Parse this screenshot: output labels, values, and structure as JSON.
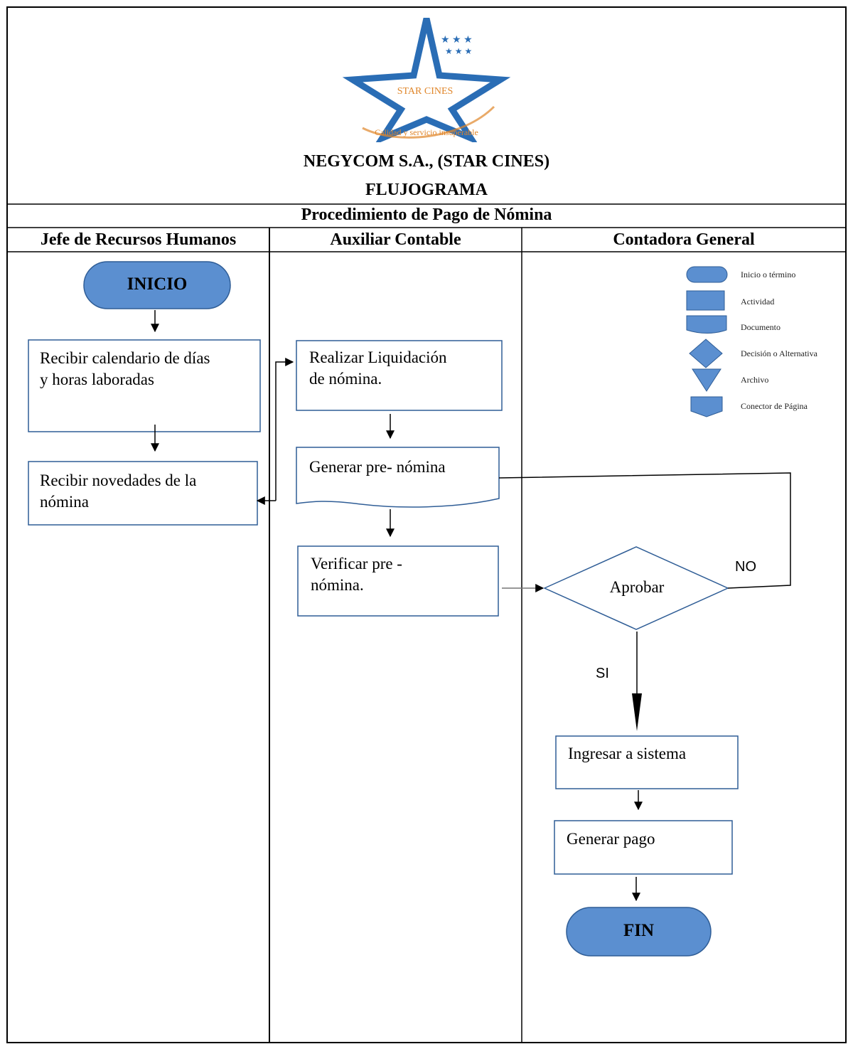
{
  "header": {
    "logo": {
      "brand_text": "STAR CINES",
      "tagline": "Calidad y servicio insuperable",
      "brand_color": "#2a6db5",
      "tagline_color": "#e0862a"
    },
    "company": "NEGYCOM S.A., (STAR CINES)",
    "doc_type": "FLUJOGRAMA",
    "procedure": "Procedimiento de Pago de Nómina"
  },
  "lanes": [
    {
      "title": "Jefe de Recursos Humanos"
    },
    {
      "title": "Auxiliar Contable"
    },
    {
      "title": "Contadora General"
    }
  ],
  "nodes": {
    "start": "INICIO",
    "recibir_calendario": "Recibir calendario  de días\ny horas laboradas",
    "recibir_novedades": "Recibir  novedades de la\nnómina",
    "realizar_liquidacion": "Realizar  Liquidación\nde nómina.",
    "generar_prenomina": "Generar  pre- nómina",
    "verificar_prenomina": "Verificar  pre -\nnómina.",
    "aprobar": "Aprobar",
    "ingresar_sistema": "Ingresar  a sistema",
    "generar_pago": "Generar  pago",
    "end": "FIN"
  },
  "edge_labels": {
    "no": "NO",
    "si": "SI"
  },
  "legend": [
    {
      "shape": "terminal",
      "label": "Inicio o término"
    },
    {
      "shape": "process",
      "label": "Actividad"
    },
    {
      "shape": "document",
      "label": "Documento"
    },
    {
      "shape": "decision",
      "label": "Decisión o Alternativa"
    },
    {
      "shape": "archive",
      "label": "Archivo"
    },
    {
      "shape": "offpage-connector",
      "label": "Conector de Página"
    }
  ],
  "colors": {
    "terminal_fill": "#5b8fd0",
    "terminal_stroke": "#2f5d96",
    "box_stroke": "#2f5d96",
    "legend_fill": "#5b8fd0",
    "line": "#000000"
  }
}
